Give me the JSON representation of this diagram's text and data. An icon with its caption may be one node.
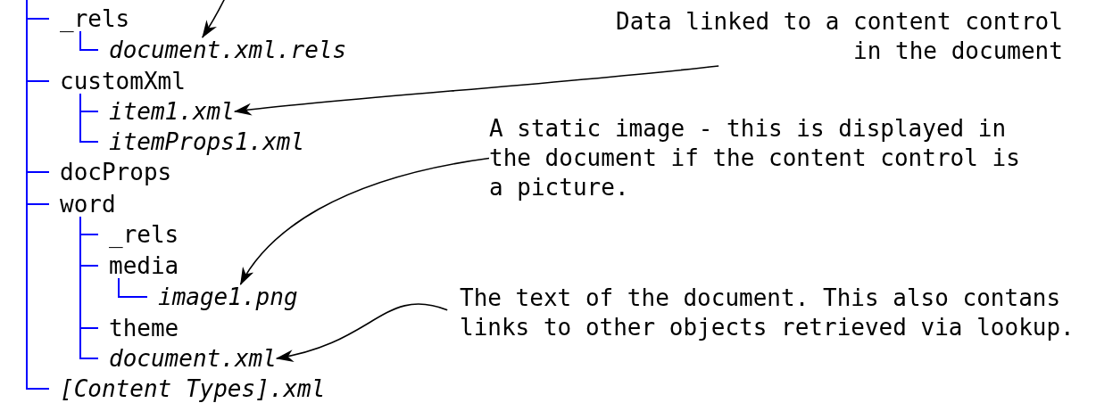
{
  "diagram": {
    "nodes": [
      {
        "text": [
          "_rels"
        ]
      },
      {
        "text": [
          "document.xml.rels"
        ]
      },
      {
        "text": [
          "customXml"
        ]
      },
      {
        "text": [
          "item1.xml"
        ]
      },
      {
        "text": [
          "itemProps1.xml"
        ]
      },
      {
        "text": [
          "docProps"
        ]
      },
      {
        "text": [
          "word"
        ]
      },
      {
        "text": [
          "_rels"
        ]
      },
      {
        "text": [
          "media"
        ]
      },
      {
        "text": [
          "image1.png"
        ]
      },
      {
        "text": [
          "theme"
        ]
      },
      {
        "text": [
          "document.xml"
        ]
      },
      {
        "text": [
          "[Content Types].xml"
        ]
      },
      {
        "text": [
          "Data linked to a content control in the document"
        ]
      },
      {
        "text": [
          "A static image - this is displayed in the document if the content control is a picture."
        ]
      },
      {
        "text": [
          "The text of the document. This also contans links to other objects retrieved via lookup."
        ]
      }
    ],
    "edges": [
      {
        "from": null,
        "to": 0,
        "arrow": "none"
      },
      {
        "from": 0,
        "to": 1,
        "arrow": "none"
      },
      {
        "from": null,
        "to": 2,
        "arrow": "none"
      },
      {
        "from": 2,
        "to": 3,
        "arrow": "none"
      },
      {
        "from": 2,
        "to": 4,
        "arrow": "none"
      },
      {
        "from": null,
        "to": 5,
        "arrow": "none"
      },
      {
        "from": null,
        "to": 6,
        "arrow": "none"
      },
      {
        "from": 6,
        "to": 7,
        "arrow": "none"
      },
      {
        "from": 6,
        "to": 8,
        "arrow": "none"
      },
      {
        "from": 8,
        "to": 9,
        "arrow": "none"
      },
      {
        "from": 6,
        "to": 10,
        "arrow": "none"
      },
      {
        "from": 6,
        "to": 11,
        "arrow": "none"
      },
      {
        "from": null,
        "to": 12,
        "arrow": "none"
      },
      {
        "from": null,
        "to": 1,
        "arrow": "to",
        "color": "#000000"
      },
      {
        "from": 13,
        "to": 3,
        "arrow": "to",
        "color": "#000000"
      },
      {
        "from": 14,
        "to": 9,
        "arrow": "to",
        "color": "#000000"
      },
      {
        "from": 15,
        "to": 11,
        "arrow": "to",
        "color": "#000000"
      }
    ]
  }
}
